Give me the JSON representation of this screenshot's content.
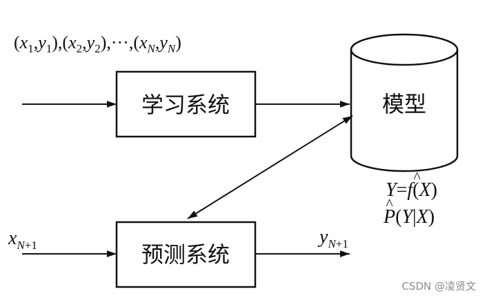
{
  "diagram": {
    "training_data_label": "(x₁,y₁),(x₂,y₂),···,(x_N,y_N)",
    "learning_system_label": "学习系统",
    "model_label": "模型",
    "model_formula_1": "Y = f̂(X)",
    "model_formula_2": "P̂(Y|X)",
    "prediction_system_label": "预测系统",
    "input_label": "x_{N+1}",
    "output_label": "y_{N+1}"
  },
  "watermark": "CSDN @凌贤文",
  "colors": {
    "stroke": "#111111",
    "background": "#ffffff",
    "watermark": "#8a8a8a"
  }
}
